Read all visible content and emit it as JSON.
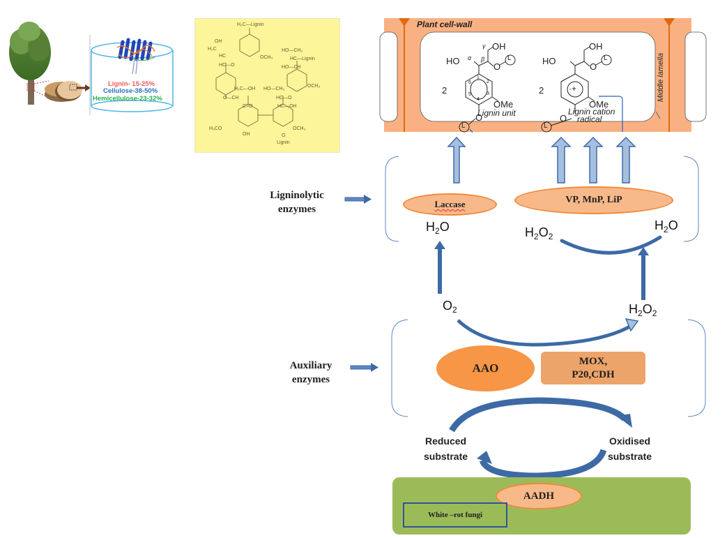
{
  "composition": {
    "lignin": "Lignin- 15-25%",
    "cellulose": "Cellulose-38-50%",
    "hemicellulose": "Hemicellulose-23-32%",
    "colors": {
      "lignin": "#ef5a5a",
      "cellulose": "#2a6fc0",
      "hemicellulose": "#22b04a"
    }
  },
  "lignin_structure": {
    "labels": [
      "H₂C—Lignin",
      "OH",
      "H₂C",
      "HC",
      "HC—O",
      "OCH₃",
      "HO—CH₂",
      "HC—Lignin",
      "HO—CH",
      "H₂C—OH",
      "HO—CH₂",
      "O—CH",
      "HC—O",
      "C=O",
      "HC—OH",
      "OCH₃",
      "H₃CO",
      "OH",
      "OCH₃",
      "O",
      "Lignin"
    ]
  },
  "cell_wall": {
    "title": "Plant cell-wall",
    "middle_lamella": "Middle lamella",
    "unit_label": "Lignin unit",
    "radical_label_1": "Lignin  cation",
    "radical_label_2": "radical",
    "oh": "OH",
    "ho": "HO",
    "ome": "OMe",
    "o": "O",
    "l": "L",
    "two": "2",
    "gamma": "γ",
    "alpha": "α",
    "beta": "β",
    "ring_numbers": [
      "1",
      "2",
      "3",
      "4",
      "5",
      "6"
    ],
    "radical_symbol": "·+"
  },
  "ligninolytic": {
    "label_line1": "Ligninolytic",
    "label_line2": "enzymes",
    "laccase": "Laccase",
    "peroxidases": "VP, MnP, LiP",
    "h2o_left": {
      "main": "H",
      "sub": "2",
      "tail": "O"
    },
    "h2o2_left": {
      "main": "H",
      "sub": "2",
      "mid": "O",
      "sub2": "2"
    },
    "h2o_right": {
      "main": "H",
      "sub": "2",
      "tail": "O"
    }
  },
  "middle": {
    "o2": {
      "main": "O",
      "sub": "2"
    },
    "h2o2": {
      "main": "H",
      "sub": "2",
      "mid": "O",
      "sub2": "2"
    }
  },
  "auxiliary": {
    "label_line1": "Auxiliary",
    "label_line2": "enzymes",
    "aao": "AAO",
    "mox_line1": "MOX,",
    "mox_line2": "P20,CDH"
  },
  "substrates": {
    "reduced_line1": "Reduced",
    "reduced_line2": "substrate",
    "oxidised_line1": "Oxidised",
    "oxidised_line2": "substrate"
  },
  "fungi": {
    "aadh": "AADH",
    "label": "White –rot fungi"
  },
  "colors": {
    "arrow_dark": "#3d6aa5",
    "arrow_light": "#a6bfdf",
    "orange_fill": "#f8b98a",
    "orange_stroke": "#f08a3c",
    "aao_fill": "#f69646",
    "mox_fill": "#eda46a",
    "cell_wall": "#f9b183",
    "cell_wall_line": "#e06a12",
    "green": "#9bbb59"
  }
}
